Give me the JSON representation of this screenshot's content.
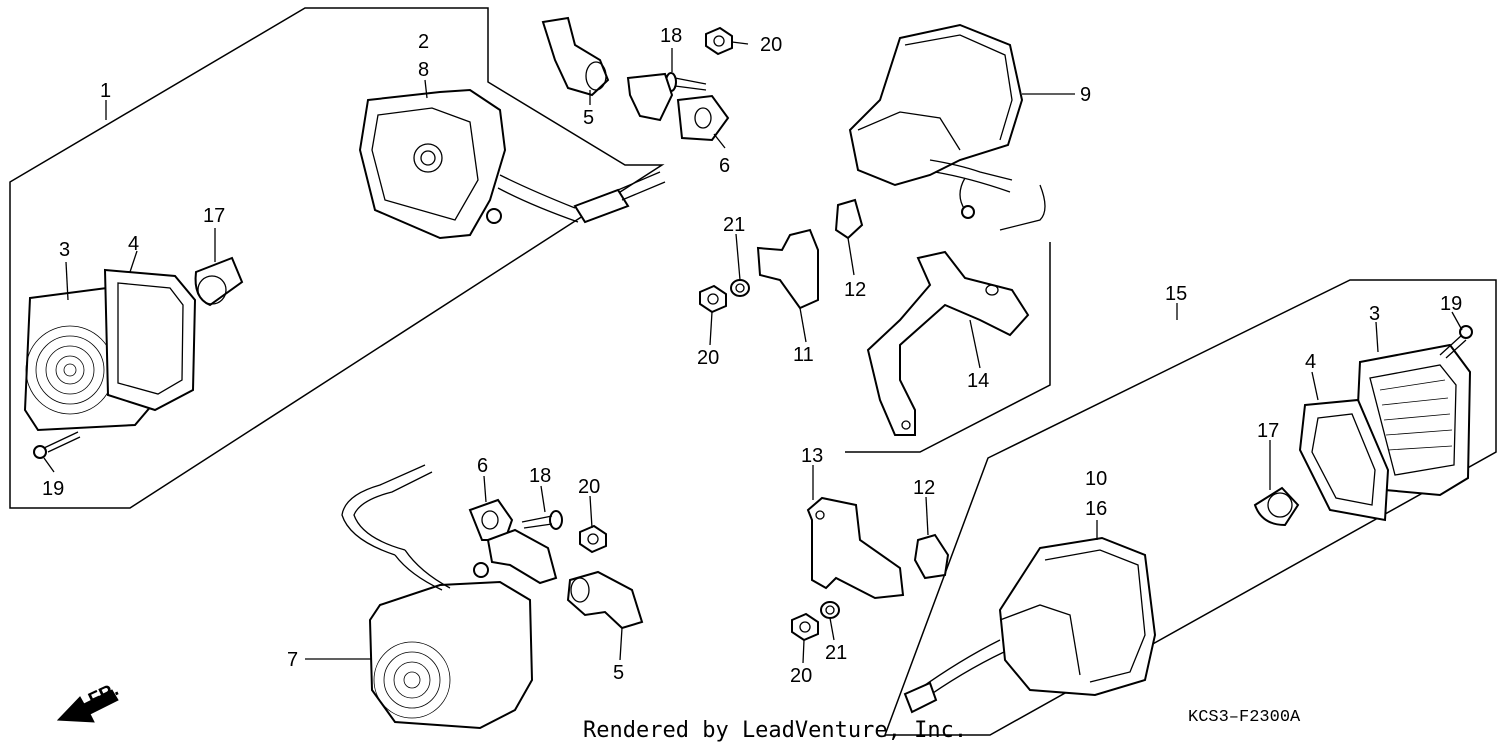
{
  "callouts": [
    {
      "id": "1",
      "text": "1"
    },
    {
      "id": "2",
      "text": "2"
    },
    {
      "id": "8",
      "text": "8"
    },
    {
      "id": "5a",
      "text": "5"
    },
    {
      "id": "18a",
      "text": "18"
    },
    {
      "id": "20a",
      "text": "20"
    },
    {
      "id": "6a",
      "text": "6"
    },
    {
      "id": "9",
      "text": "9"
    },
    {
      "id": "17a",
      "text": "17"
    },
    {
      "id": "3a",
      "text": "3"
    },
    {
      "id": "4a",
      "text": "4"
    },
    {
      "id": "21a",
      "text": "21"
    },
    {
      "id": "12a",
      "text": "12"
    },
    {
      "id": "20b",
      "text": "20"
    },
    {
      "id": "11",
      "text": "11"
    },
    {
      "id": "14",
      "text": "14"
    },
    {
      "id": "19a",
      "text": "19"
    },
    {
      "id": "15",
      "text": "15"
    },
    {
      "id": "3b",
      "text": "3"
    },
    {
      "id": "19b",
      "text": "19"
    },
    {
      "id": "4b",
      "text": "4"
    },
    {
      "id": "17b",
      "text": "17"
    },
    {
      "id": "13",
      "text": "13"
    },
    {
      "id": "12b",
      "text": "12"
    },
    {
      "id": "10",
      "text": "10"
    },
    {
      "id": "16",
      "text": "16"
    },
    {
      "id": "6b",
      "text": "6"
    },
    {
      "id": "18b",
      "text": "18"
    },
    {
      "id": "20c",
      "text": "20"
    },
    {
      "id": "7",
      "text": "7"
    },
    {
      "id": "5b",
      "text": "5"
    },
    {
      "id": "20d",
      "text": "20"
    },
    {
      "id": "21b",
      "text": "21"
    }
  ],
  "direction_label": "FR.",
  "footer": {
    "credit": "Rendered by LeadVenture, Inc.",
    "diagram_code": "KCS3–F2300A"
  }
}
